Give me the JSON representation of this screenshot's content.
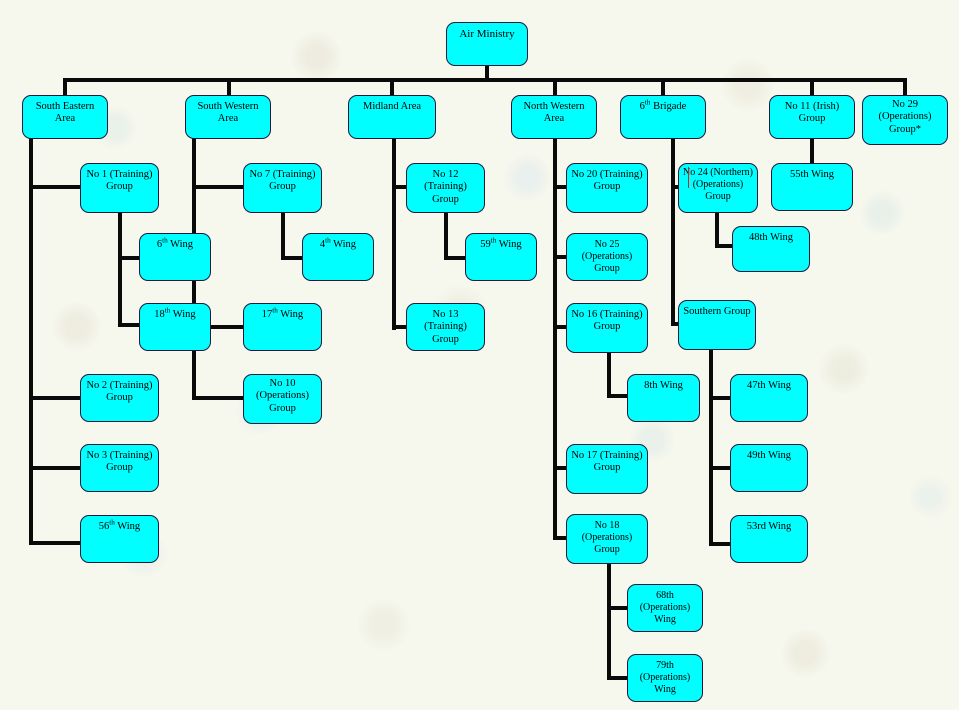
{
  "chart_data": {
    "type": "diagram",
    "title": "Air Ministry organisational hierarchy",
    "diagram_kind": "org-chart",
    "orientation": "top-down with left-spine sub-branches",
    "node_fill_color": "#00FFFF",
    "node_border_color": "#1A1A3A",
    "connector_color": "#0A0A0A",
    "background_color": "#F6F7EC",
    "annotation_mark_color": "#E02020",
    "levels": 4,
    "node_count": 32,
    "nodes": [
      {
        "id": "root",
        "label": "Air Ministry",
        "level": 0,
        "parent": null
      },
      {
        "id": "se",
        "label": "South Eastern Area",
        "level": 1,
        "parent": "root"
      },
      {
        "id": "sw",
        "label": "South Western Area",
        "level": 1,
        "parent": "root"
      },
      {
        "id": "mid",
        "label": "Midland Area",
        "level": 1,
        "parent": "root"
      },
      {
        "id": "nw",
        "label": "North Western Area",
        "level": 1,
        "parent": "root"
      },
      {
        "id": "b6",
        "label": "6th Brigade",
        "level": 1,
        "parent": "root"
      },
      {
        "id": "g11",
        "label": "No 11 (Irish) Group",
        "level": 1,
        "parent": "root"
      },
      {
        "id": "g29",
        "label": "No 29 (Operations) Group*",
        "level": 1,
        "parent": "root"
      },
      {
        "id": "g1",
        "label": "No 1 (Training) Group",
        "level": 2,
        "parent": "se"
      },
      {
        "id": "w6",
        "label": "6th Wing",
        "level": 3,
        "parent": "g1"
      },
      {
        "id": "w18",
        "label": "18th Wing",
        "level": 3,
        "parent": "g1"
      },
      {
        "id": "g2",
        "label": "No 2 (Training) Group",
        "level": 2,
        "parent": "se"
      },
      {
        "id": "g3",
        "label": "No 3 (Training) Group",
        "level": 2,
        "parent": "se"
      },
      {
        "id": "w56",
        "label": "56th Wing",
        "level": 2,
        "parent": "se"
      },
      {
        "id": "g7",
        "label": "No 7 (Training) Group",
        "level": 2,
        "parent": "sw"
      },
      {
        "id": "w4",
        "label": "4th Wing",
        "level": 3,
        "parent": "g7"
      },
      {
        "id": "w17",
        "label": "17th Wing",
        "level": 2,
        "parent": "sw"
      },
      {
        "id": "g10",
        "label": "No 10 (Operations) Group",
        "level": 2,
        "parent": "sw"
      },
      {
        "id": "g12",
        "label": "No 12 (Training) Group",
        "level": 2,
        "parent": "mid"
      },
      {
        "id": "w59",
        "label": "59th Wing",
        "level": 3,
        "parent": "g12"
      },
      {
        "id": "g13",
        "label": "No 13 (Training) Group",
        "level": 2,
        "parent": "mid"
      },
      {
        "id": "g20",
        "label": "No 20 (Training) Group",
        "level": 2,
        "parent": "nw"
      },
      {
        "id": "g25",
        "label": "No 25 (Operations) Group",
        "level": 2,
        "parent": "nw"
      },
      {
        "id": "g16",
        "label": "No 16 (Training) Group",
        "level": 2,
        "parent": "nw"
      },
      {
        "id": "w8",
        "label": "8th Wing",
        "level": 3,
        "parent": "g16"
      },
      {
        "id": "g17",
        "label": "No 17 (Training) Group",
        "level": 2,
        "parent": "nw"
      },
      {
        "id": "g18",
        "label": "No 18 (Operations) Group",
        "level": 2,
        "parent": "nw"
      },
      {
        "id": "w68",
        "label": "68th (Operations) Wing",
        "level": 3,
        "parent": "g18"
      },
      {
        "id": "w79",
        "label": "79th (Operations) Wing",
        "level": 3,
        "parent": "g18"
      },
      {
        "id": "g24",
        "label": "No 24 (Northern) (Operations) Group",
        "level": 2,
        "parent": "b6"
      },
      {
        "id": "w48",
        "label": "48th Wing",
        "level": 3,
        "parent": "g24"
      },
      {
        "id": "sg",
        "label": "Southern Group",
        "level": 2,
        "parent": "b6"
      },
      {
        "id": "w47",
        "label": "47th Wing",
        "level": 3,
        "parent": "sg"
      },
      {
        "id": "w49",
        "label": "49th Wing",
        "level": 3,
        "parent": "sg"
      },
      {
        "id": "w53",
        "label": "53rd Wing",
        "level": 3,
        "parent": "sg"
      },
      {
        "id": "w55",
        "label": "55th Wing",
        "level": 2,
        "parent": "g11"
      }
    ]
  },
  "nodes": {
    "root": {
      "line1": "Air Ministry"
    },
    "se": {
      "line1": "South Eastern",
      "line2": "Area"
    },
    "sw": {
      "line1": "South Western",
      "line2": "Area"
    },
    "mid": {
      "line1": "Midland Area"
    },
    "nw": {
      "line1": "North Western",
      "line2": "Area"
    },
    "b6": {
      "num": "6",
      "ord": "th",
      "rest": " Brigade"
    },
    "g11": {
      "line1": "No 11 (Irish)",
      "line2": "Group"
    },
    "g29": {
      "line1": "No 29",
      "line2": "(Operations)",
      "line3": "Group*"
    },
    "g1": {
      "line1": "No 1 (Training)",
      "line2": "Group"
    },
    "w6": {
      "num": "6",
      "ord": "th",
      "rest": " Wing"
    },
    "w18": {
      "num": "18",
      "ord": "th",
      "rest": " Wing"
    },
    "g2": {
      "line1": "No 2 (Training)",
      "line2": "Group"
    },
    "g3": {
      "line1": "No 3 (Training)",
      "line2": "Group"
    },
    "w56": {
      "num": "56",
      "ord": "th",
      "rest": " Wing"
    },
    "g7": {
      "line1": "No 7 (Training)",
      "line2": "Group"
    },
    "w4": {
      "num": "4",
      "ord": "th",
      "rest": " Wing"
    },
    "w17": {
      "num": "17",
      "ord": "th",
      "rest": " Wing"
    },
    "g10": {
      "line1": "No 10",
      "line2": "(Operations)",
      "line3": "Group"
    },
    "g12": {
      "line1": "No 12 (Training)",
      "line2": "Group"
    },
    "w59": {
      "num": "59",
      "ord": "th",
      "rest": " Wing"
    },
    "g13": {
      "line1": "No 13 (Training)",
      "line2": "Group"
    },
    "g20": {
      "line1": "No 20 (Training)",
      "line2": "Group"
    },
    "g25": {
      "line1": "No 25 (Operations)",
      "line2": "Group"
    },
    "g16": {
      "line1": "No 16 (Training)",
      "line2": "Group"
    },
    "w8": {
      "line1": "8th Wing"
    },
    "g17": {
      "line1": "No 17 (Training)",
      "line2": "Group"
    },
    "g18": {
      "line1": "No 18 (Operations)",
      "line2": "Group"
    },
    "w68": {
      "line1": "68th (Operations)",
      "line2": "Wing"
    },
    "w79": {
      "line1": "79th (Operations)",
      "line2": "Wing"
    },
    "g24": {
      "line1": "No 24 (Northern)",
      "line2": "(Operations)",
      "line3": "Group"
    },
    "w48": {
      "line1": "48th Wing"
    },
    "sg": {
      "line1": "Southern Group"
    },
    "w47": {
      "line1": "47th Wing"
    },
    "w49": {
      "line1": "49th Wing"
    },
    "w53": {
      "line1": "53rd Wing"
    },
    "w55": {
      "line1": "55th Wing"
    }
  }
}
